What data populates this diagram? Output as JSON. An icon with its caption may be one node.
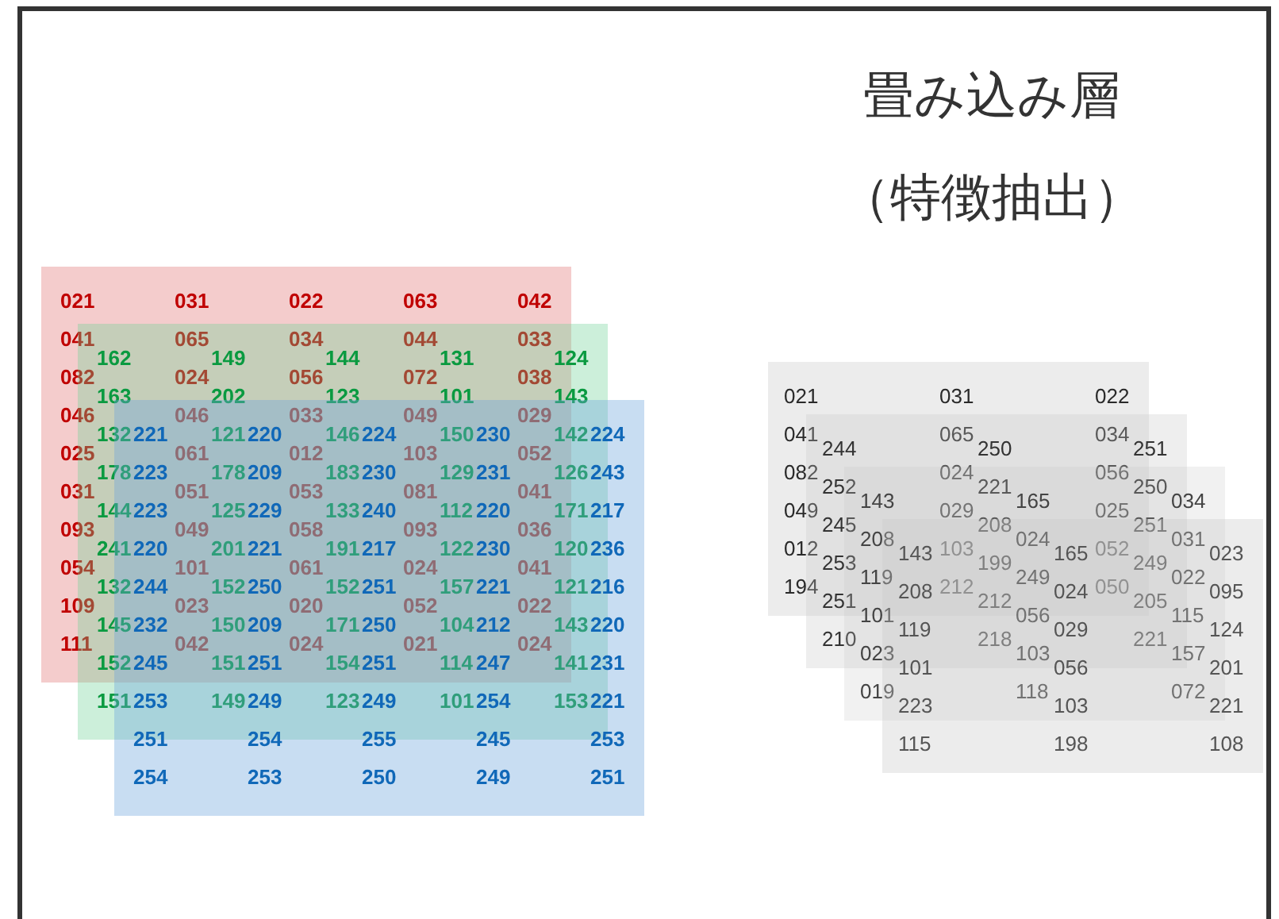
{
  "diagram": {
    "title": "畳み込み層（特徴抽出）",
    "nodes": [
      {
        "text": [
          "021",
          "031",
          "022",
          "063",
          "042",
          "041",
          "065",
          "034",
          "044",
          "033",
          "082",
          "024",
          "056",
          "072",
          "038",
          "046",
          "046",
          "033",
          "049",
          "029",
          "025",
          "061",
          "012",
          "103",
          "052",
          "031",
          "051",
          "053",
          "081",
          "041",
          "093",
          "049",
          "058",
          "093",
          "036",
          "054",
          "101",
          "061",
          "024",
          "041",
          "109",
          "023",
          "020",
          "052",
          "022",
          "111",
          "042",
          "024",
          "021",
          "024"
        ]
      },
      {
        "text": [
          "162",
          "149",
          "144",
          "131",
          "124",
          "163",
          "202",
          "123",
          "101",
          "143",
          "132",
          "121",
          "146",
          "150",
          "142",
          "178",
          "178",
          "183",
          "129",
          "126",
          "144",
          "125",
          "133",
          "112",
          "171",
          "241",
          "201",
          "191",
          "122",
          "120",
          "132",
          "152",
          "152",
          "157",
          "121",
          "145",
          "150",
          "171",
          "104",
          "143",
          "152",
          "151",
          "154",
          "114",
          "141",
          "151",
          "149",
          "123",
          "101",
          "153"
        ]
      },
      {
        "text": [
          "221",
          "220",
          "224",
          "230",
          "224",
          "223",
          "209",
          "230",
          "231",
          "243",
          "223",
          "229",
          "240",
          "220",
          "217",
          "220",
          "221",
          "217",
          "230",
          "236",
          "244",
          "250",
          "251",
          "221",
          "216",
          "232",
          "209",
          "250",
          "212",
          "220",
          "245",
          "251",
          "251",
          "247",
          "231",
          "253",
          "249",
          "249",
          "254",
          "221",
          "251",
          "254",
          "255",
          "245",
          "253",
          "254",
          "253",
          "250",
          "249",
          "251"
        ]
      },
      {
        "text": [
          "021",
          "031",
          "022",
          "041",
          "065",
          "034",
          "082",
          "024",
          "056",
          "049",
          "029",
          "025",
          "012",
          "103",
          "052",
          "194",
          "212",
          "050"
        ]
      },
      {
        "text": [
          "244",
          "250",
          "251",
          "252",
          "221",
          "250",
          "245",
          "208",
          "251",
          "253",
          "199",
          "249",
          "251",
          "212",
          "205",
          "210",
          "218",
          "221"
        ]
      },
      {
        "text": [
          "143",
          "165",
          "034",
          "208",
          "024",
          "031",
          "119",
          "249",
          "022",
          "101",
          "056",
          "115",
          "023",
          "103",
          "157",
          "019",
          "118",
          "072"
        ]
      },
      {
        "text": [
          "143",
          "165",
          "023",
          "208",
          "024",
          "095",
          "119",
          "029",
          "124",
          "101",
          "056",
          "201",
          "223",
          "103",
          "221",
          "115",
          "198",
          "108"
        ]
      }
    ]
  }
}
